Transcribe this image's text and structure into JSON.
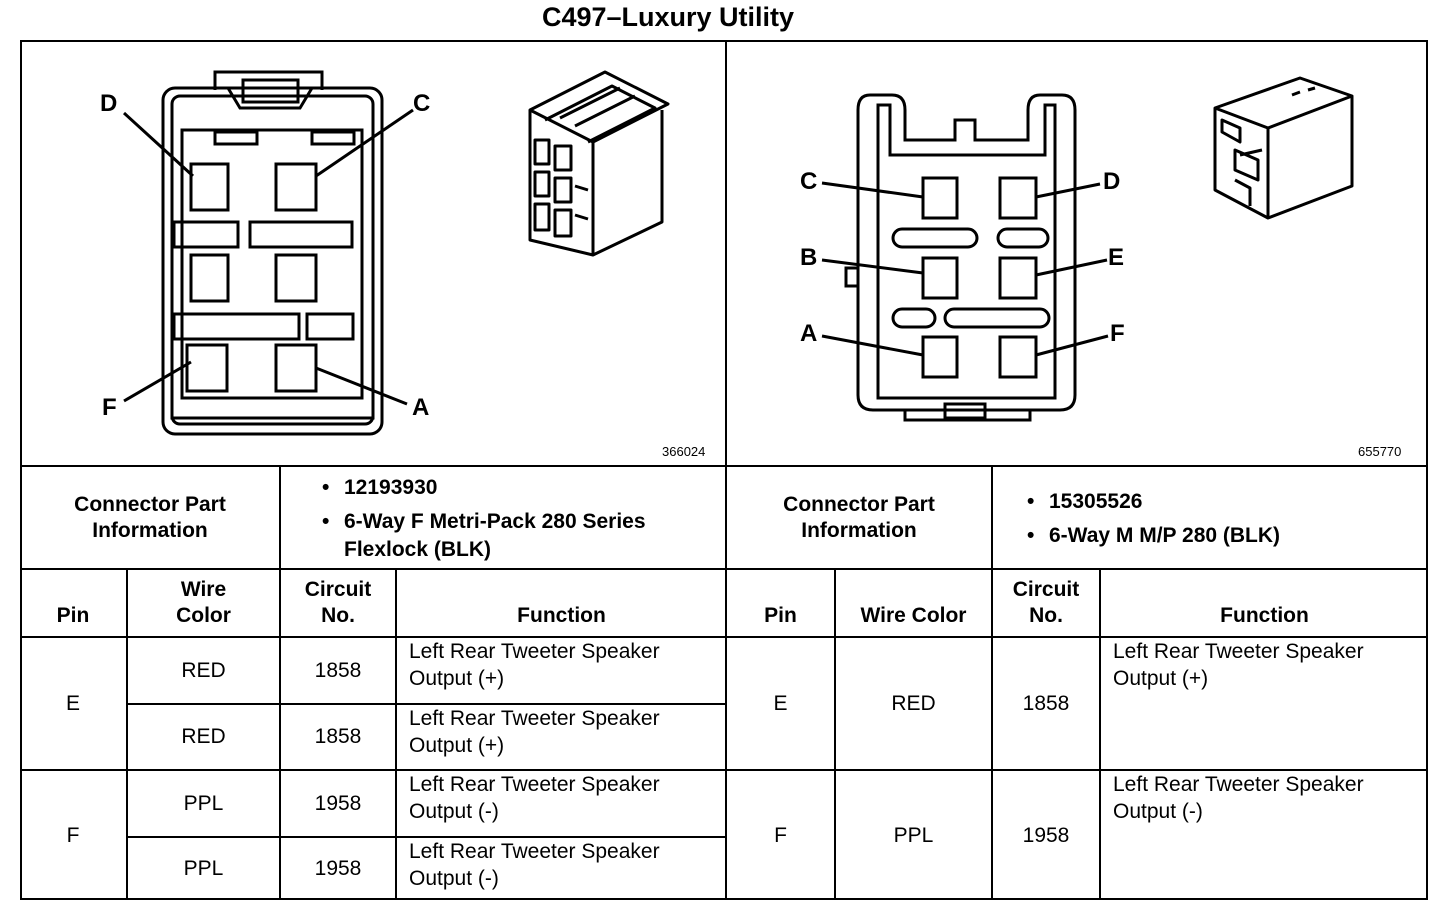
{
  "title": "C497–Luxury Utility",
  "left": {
    "figure_id": "366024",
    "pin_labels": [
      "D",
      "C",
      "F",
      "A"
    ],
    "info_label_line1": "Connector Part",
    "info_label_line2": "Information",
    "info_bullets": [
      "12193930",
      "6-Way F Metri-Pack 280 Series",
      "Flexlock (BLK)"
    ],
    "headers": {
      "pin": "Pin",
      "wire_line1": "Wire",
      "wire_line2": "Color",
      "circuit_line1": "Circuit",
      "circuit_line2": "No.",
      "function": "Function"
    },
    "rows": [
      {
        "wire": "RED",
        "circuit": "1858",
        "fn1": "Left Rear Tweeter Speaker",
        "fn2": "Output (+)"
      },
      {
        "wire": "RED",
        "circuit": "1858",
        "fn1": "Left Rear Tweeter Speaker",
        "fn2": "Output (+)"
      },
      {
        "wire": "PPL",
        "circuit": "1958",
        "fn1": "Left Rear Tweeter Speaker",
        "fn2": "Output (-)"
      },
      {
        "wire": "PPL",
        "circuit": "1958",
        "fn1": "Left Rear Tweeter Speaker",
        "fn2": "Output (-)"
      }
    ],
    "pins": [
      "E",
      "F"
    ]
  },
  "right": {
    "figure_id": "655770",
    "pin_labels": [
      "C",
      "D",
      "B",
      "E",
      "A",
      "F"
    ],
    "info_label_line1": "Connector Part",
    "info_label_line2": "Information",
    "info_bullets": [
      "15305526",
      "6-Way M M/P 280 (BLK)"
    ],
    "headers": {
      "pin": "Pin",
      "wire": "Wire Color",
      "circuit_line1": "Circuit",
      "circuit_line2": "No.",
      "function": "Function"
    },
    "rows": [
      {
        "pin": "E",
        "wire": "RED",
        "circuit": "1858",
        "fn1": "Left Rear Tweeter Speaker",
        "fn2": "Output (+)"
      },
      {
        "pin": "F",
        "wire": "PPL",
        "circuit": "1958",
        "fn1": "Left Rear Tweeter Speaker",
        "fn2": "Output (-)"
      }
    ]
  }
}
